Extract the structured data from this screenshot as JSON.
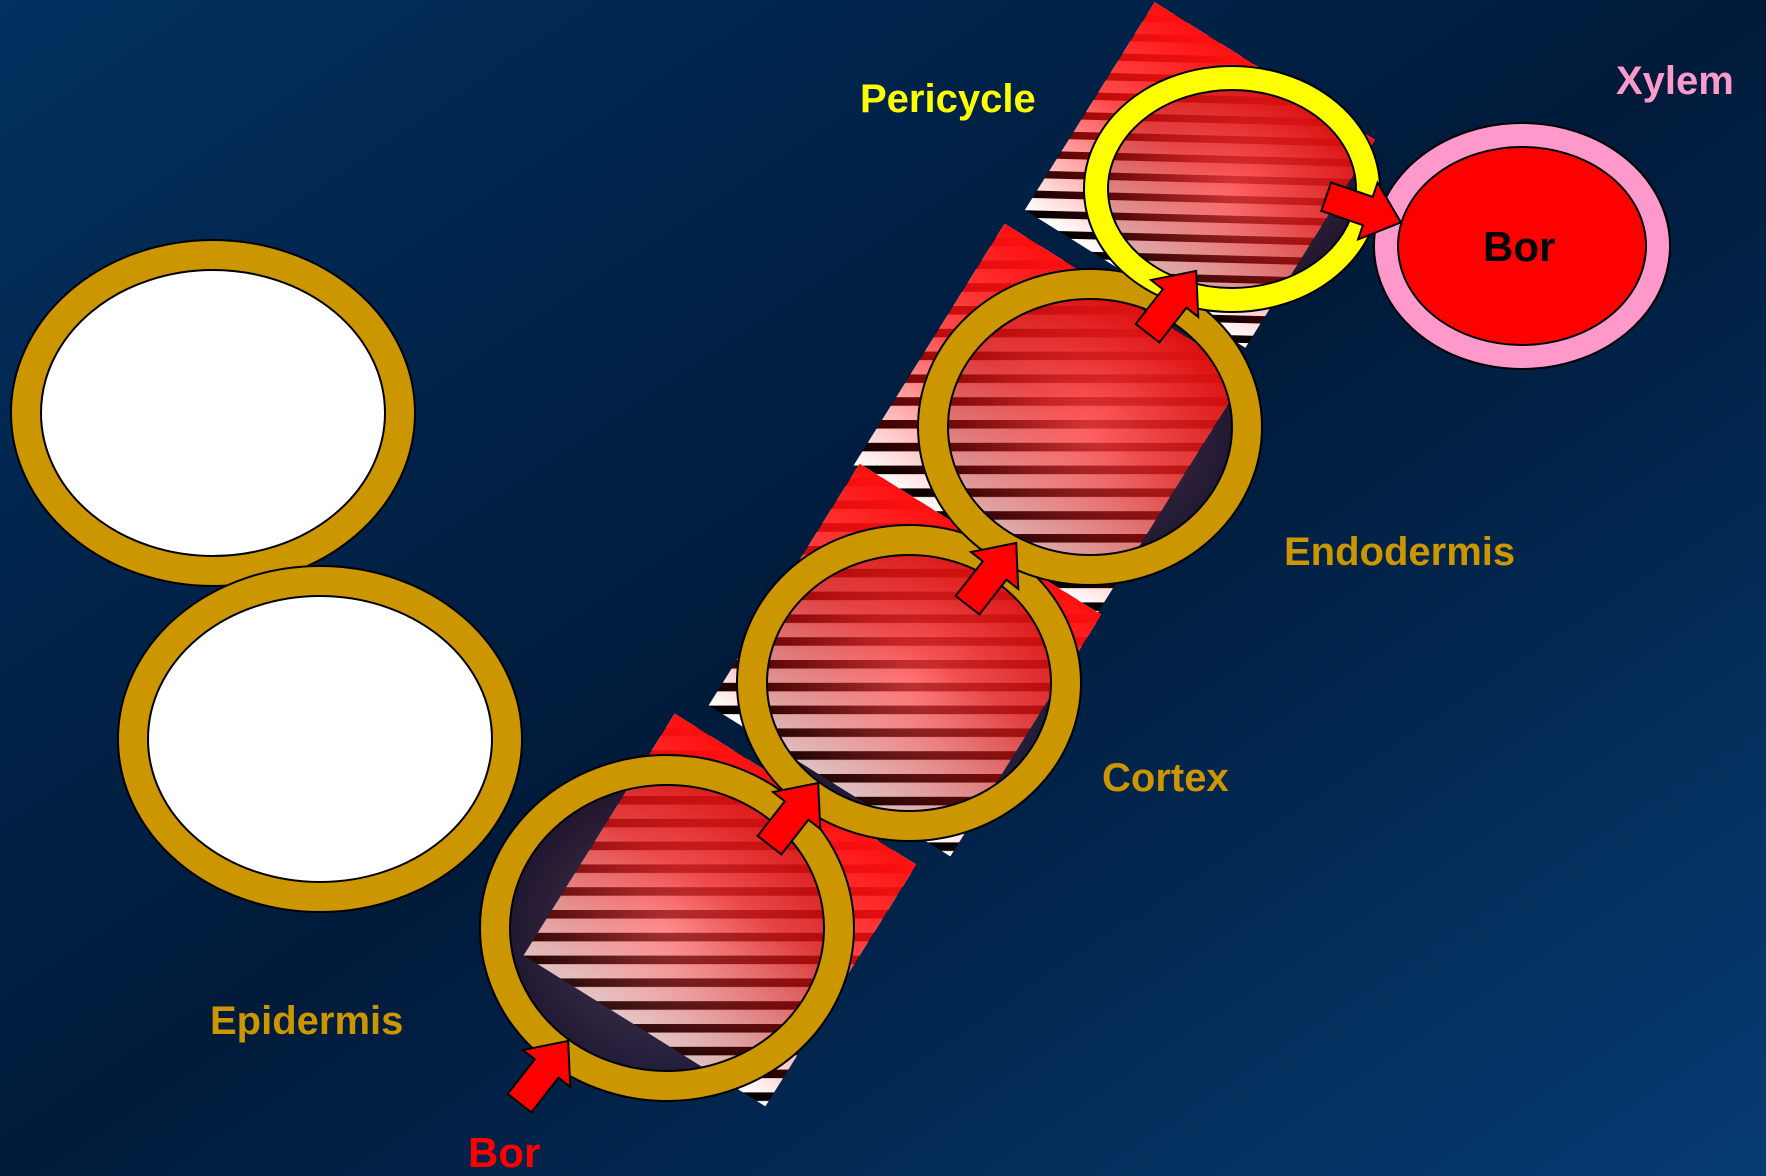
{
  "labels": {
    "pericycle": "Pericycle",
    "xylem": "Xylem",
    "endodermis": "Endodermis",
    "cortex": "Cortex",
    "epidermis": "Epidermis",
    "bor_entry": "Bor",
    "bor_xylem": "Bor"
  },
  "colors": {
    "background_top_left": "#02305f",
    "background_middle": "#001a3a",
    "background_bottom_right": "#063c73",
    "cell_wall": "#cc9600",
    "cell_interior": "#ffffff",
    "boron_red": "#ff0000",
    "pericycle_yellow": "#ffff00",
    "xylem_pink": "#ff99cc",
    "label_gold": "#cc9600",
    "label_red": "#ff0000"
  }
}
